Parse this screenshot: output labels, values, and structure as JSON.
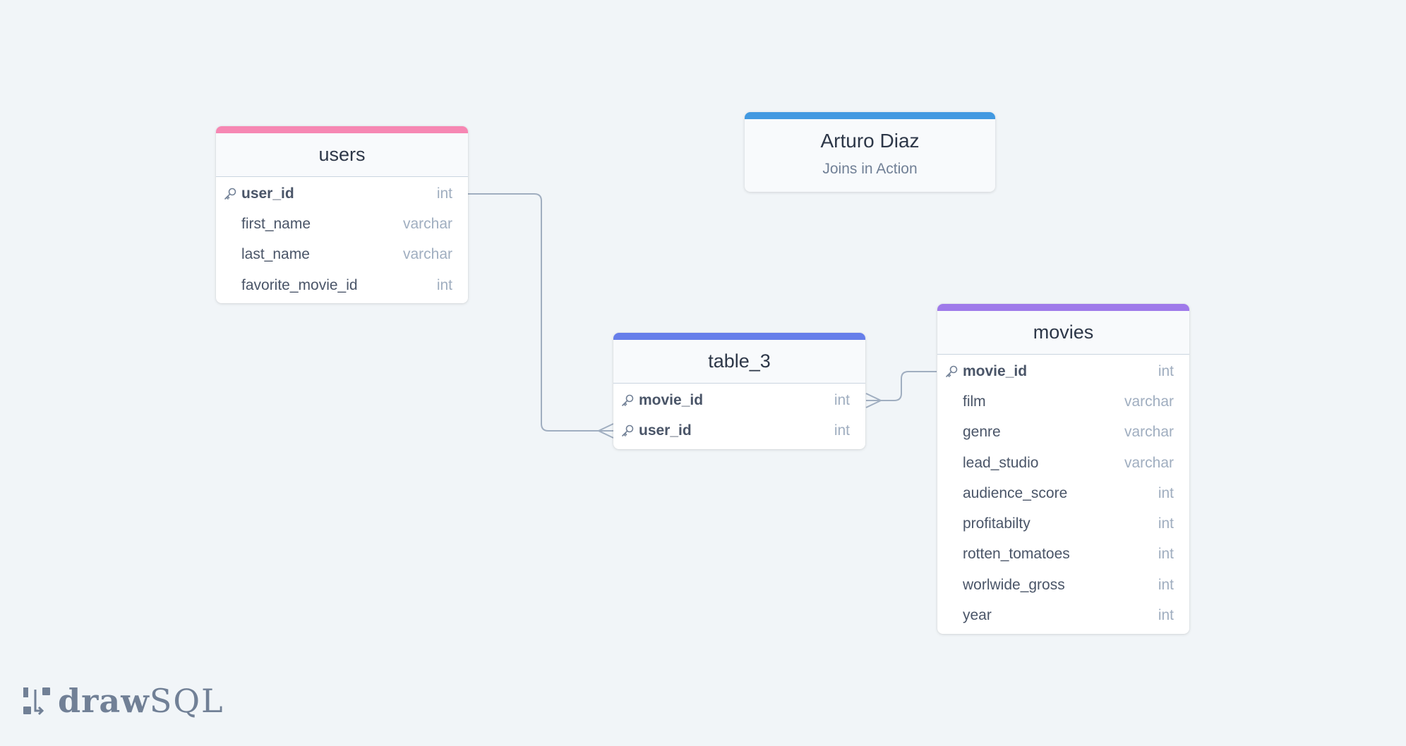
{
  "note": {
    "title": "Arturo Diaz",
    "subtitle": "Joins in Action",
    "accent": "#4299e1"
  },
  "tables": {
    "users": {
      "name": "users",
      "accent": "#f687b3",
      "columns": [
        {
          "name": "user_id",
          "type": "int",
          "primary_key": true
        },
        {
          "name": "first_name",
          "type": "varchar",
          "primary_key": false
        },
        {
          "name": "last_name",
          "type": "varchar",
          "primary_key": false
        },
        {
          "name": "favorite_movie_id",
          "type": "int",
          "primary_key": false
        }
      ]
    },
    "table_3": {
      "name": "table_3",
      "accent": "#667eea",
      "columns": [
        {
          "name": "movie_id",
          "type": "int",
          "primary_key": true
        },
        {
          "name": "user_id",
          "type": "int",
          "primary_key": true
        }
      ]
    },
    "movies": {
      "name": "movies",
      "accent": "#9f7aea",
      "columns": [
        {
          "name": "movie_id",
          "type": "int",
          "primary_key": true
        },
        {
          "name": "film",
          "type": "varchar",
          "primary_key": false
        },
        {
          "name": "genre",
          "type": "varchar",
          "primary_key": false
        },
        {
          "name": "lead_studio",
          "type": "varchar",
          "primary_key": false
        },
        {
          "name": "audience_score",
          "type": "int",
          "primary_key": false
        },
        {
          "name": "profitabilty",
          "type": "int",
          "primary_key": false
        },
        {
          "name": "rotten_tomatoes",
          "type": "int",
          "primary_key": false
        },
        {
          "name": "worlwide_gross",
          "type": "int",
          "primary_key": false
        },
        {
          "name": "year",
          "type": "int",
          "primary_key": false
        }
      ]
    }
  },
  "relationships": [
    {
      "from_table": "users",
      "from_column": "user_id",
      "to_table": "table_3",
      "to_column": "user_id",
      "to_cardinality": "many"
    },
    {
      "from_table": "movies",
      "from_column": "movie_id",
      "to_table": "table_3",
      "to_column": "movie_id",
      "to_cardinality": "many"
    }
  ],
  "logo": {
    "bold_part": "draw",
    "light_part": "SQL"
  },
  "colors": {
    "background": "#f1f5f8",
    "connector": "#a0aec0"
  }
}
